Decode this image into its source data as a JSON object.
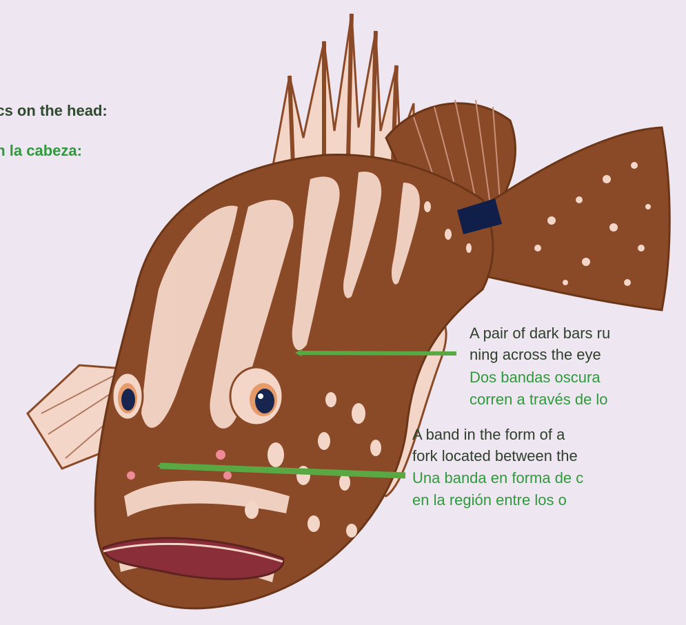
{
  "heading": {
    "en": "ristics on the head:",
    "es": "en la cabeza:"
  },
  "annotations": [
    {
      "id": "dark-bars",
      "en_lines": [
        "A pair of dark bars ru",
        "ning across the eye"
      ],
      "es_lines": [
        "Dos bandas oscura",
        "corren a través de lo"
      ]
    },
    {
      "id": "fork-band",
      "en_lines": [
        "A band in the form of a",
        "fork located between the"
      ],
      "es_lines": [
        "Una banda en forma de c",
        "en la región entre los o"
      ]
    }
  ],
  "colors": {
    "background": "#eee6f1",
    "arrow": "#5aa843",
    "text_english": "#2f3f2c",
    "text_spanish": "#2f9a3b",
    "fish_body": "#8a4a28",
    "fish_pale": "#f3d6c8",
    "tag": "#0f1f4a"
  }
}
